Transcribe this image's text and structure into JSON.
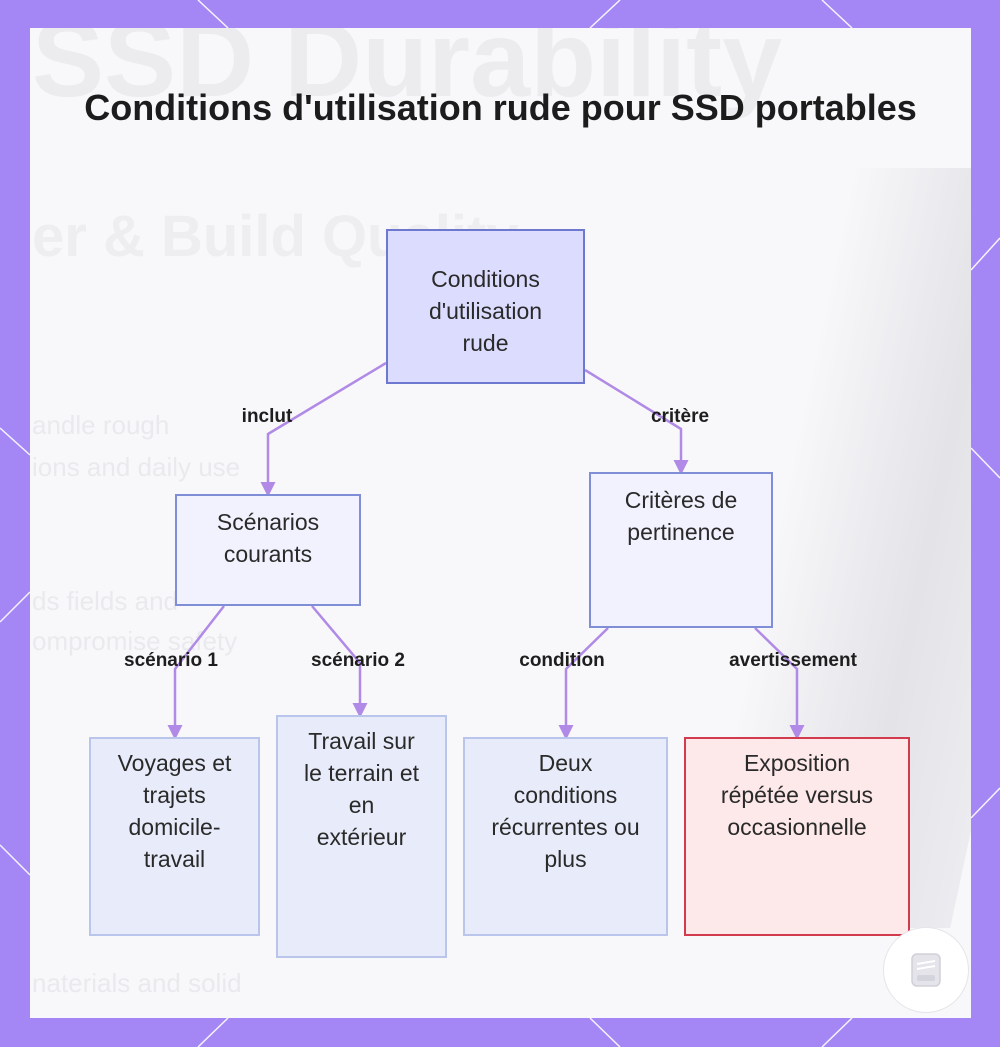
{
  "diagram": {
    "title": "Conditions d'utilisation rude pour SSD portables",
    "nodes": {
      "root": "Conditions d'utilisation rude",
      "scenarios": "Scénarios courants",
      "criteres": "Critères de pertinence",
      "voyages": "Voyages et trajets domicile-travail",
      "travail": "Travail sur le terrain et en extérieur",
      "deux": "Deux conditions récurrentes ou plus",
      "exposition": "Exposition répétée versus occasionnelle"
    },
    "edges": {
      "root_scenarios": "inclut",
      "root_criteres": "critère",
      "scenarios_voyages": "scénario 1",
      "scenarios_travail": "scénario 2",
      "criteres_deux": "condition",
      "criteres_exposition": "avertissement"
    },
    "colors": {
      "frame": "#a487f5",
      "root_fill": "#dcdcff",
      "warning_border": "#d23a4e",
      "connector": "#b08ae6"
    },
    "badge_icon": "ssd-drive-icon"
  }
}
